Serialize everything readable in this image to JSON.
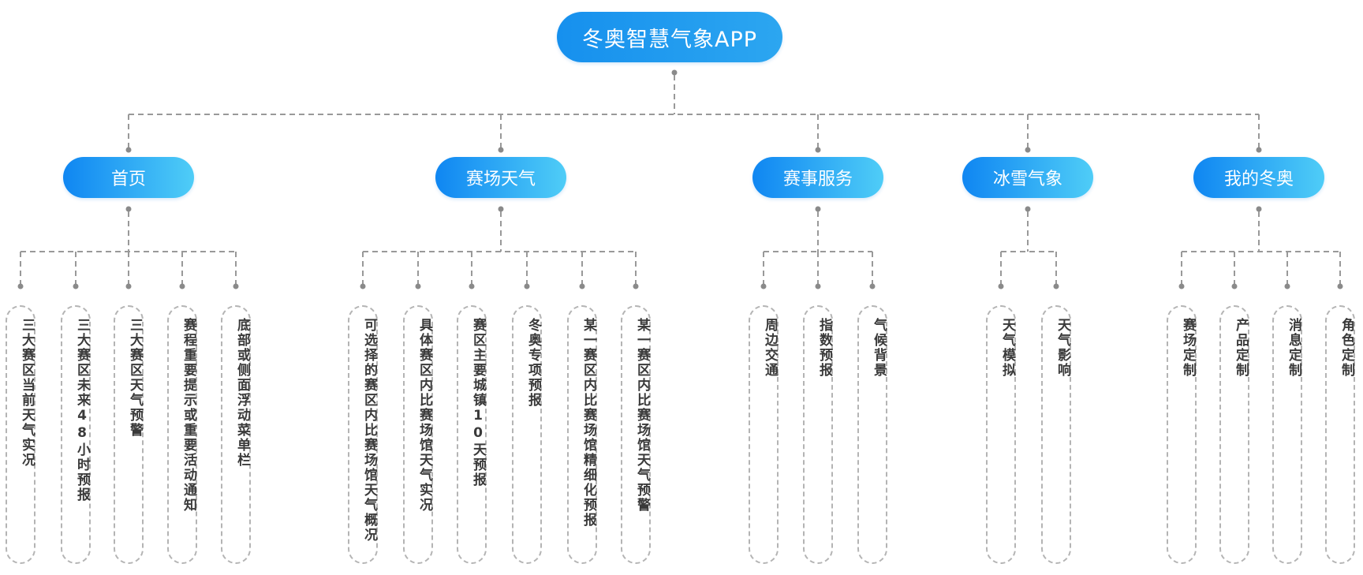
{
  "root": {
    "label": "冬奥智慧气象APP"
  },
  "categories": [
    {
      "label": "首页",
      "items": [
        "三大赛区当前天气实况",
        "三大赛区未来48小时预报",
        "三大赛区天气预警",
        "赛程重要提示或重要活动通知",
        "底部或侧面浮动菜单栏"
      ]
    },
    {
      "label": "赛场天气",
      "items": [
        "可选择的赛区内比赛场馆天气概况",
        "具体赛区内比赛场馆天气实况",
        "赛区主要城镇10天预报",
        "冬奥专项预报",
        "某一赛区内比赛场馆精细化预报",
        "某一赛区内比赛场馆天气预警"
      ]
    },
    {
      "label": "赛事服务",
      "items": [
        "周边交通",
        "指数预报",
        "气候背景"
      ]
    },
    {
      "label": "冰雪气象",
      "items": [
        "天气模拟",
        "天气影响"
      ]
    },
    {
      "label": "我的冬奥",
      "items": [
        "赛场定制",
        "产品定制",
        "消息定制",
        "角色定制"
      ]
    }
  ],
  "colors": {
    "pill_start": "#0f86f2",
    "pill_end": "#4fcdf7",
    "line": "#999999",
    "leaf_border": "#b4b4b4"
  }
}
